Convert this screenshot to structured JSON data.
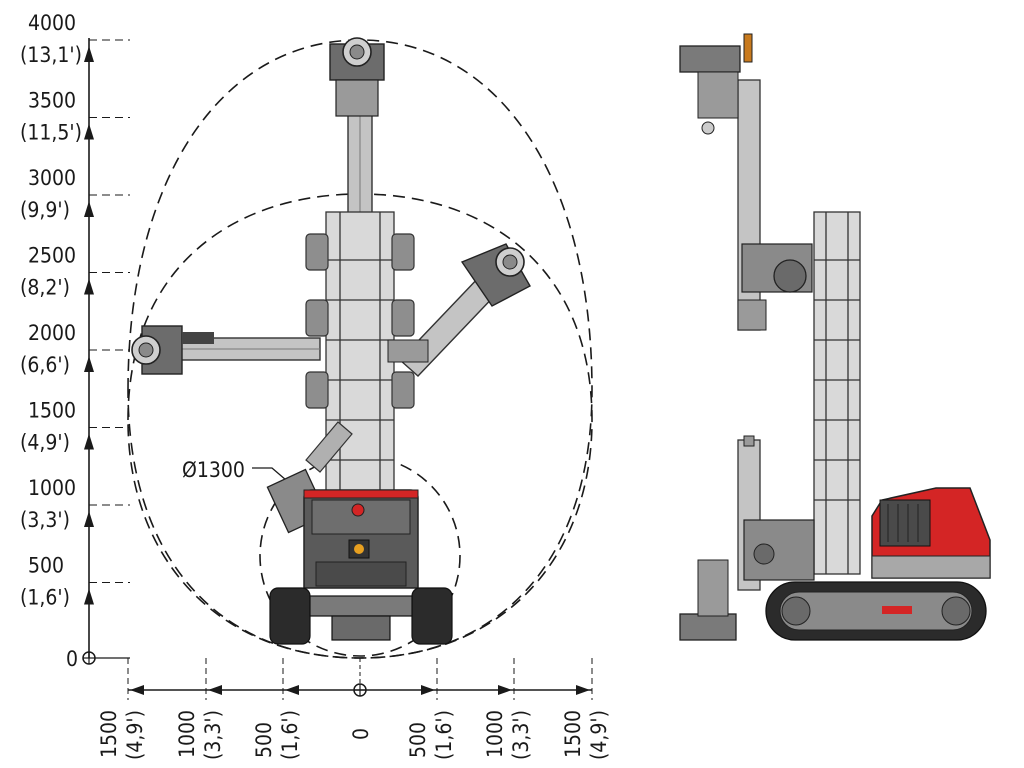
{
  "y_axis": {
    "ticks": [
      {
        "value": "4000",
        "imperial": "(13,1')"
      },
      {
        "value": "3500",
        "imperial": "(11,5')"
      },
      {
        "value": "3000",
        "imperial": "(9,9')"
      },
      {
        "value": "2500",
        "imperial": "(8,2')"
      },
      {
        "value": "2000",
        "imperial": "(6,6')"
      },
      {
        "value": "1500",
        "imperial": "(4,9')"
      },
      {
        "value": "1000",
        "imperial": "(3,3')"
      },
      {
        "value": "500",
        "imperial": "(1,6')"
      }
    ],
    "origin": "0"
  },
  "x_axis": {
    "ticks_left": [
      {
        "value": "1500",
        "imperial": "(4,9')"
      },
      {
        "value": "1000",
        "imperial": "(3,3')"
      },
      {
        "value": "500",
        "imperial": "(1,6')"
      }
    ],
    "center": "0",
    "ticks_right": [
      {
        "value": "500",
        "imperial": "(1,6')"
      },
      {
        "value": "1000",
        "imperial": "(3,3')"
      },
      {
        "value": "1500",
        "imperial": "(4,9')"
      }
    ]
  },
  "diameter_label": "Ø1300",
  "colors": {
    "body_red": "#d42525",
    "steel": "#b8b8b8",
    "dark": "#4a4a4a",
    "line": "#1a1a1a"
  }
}
